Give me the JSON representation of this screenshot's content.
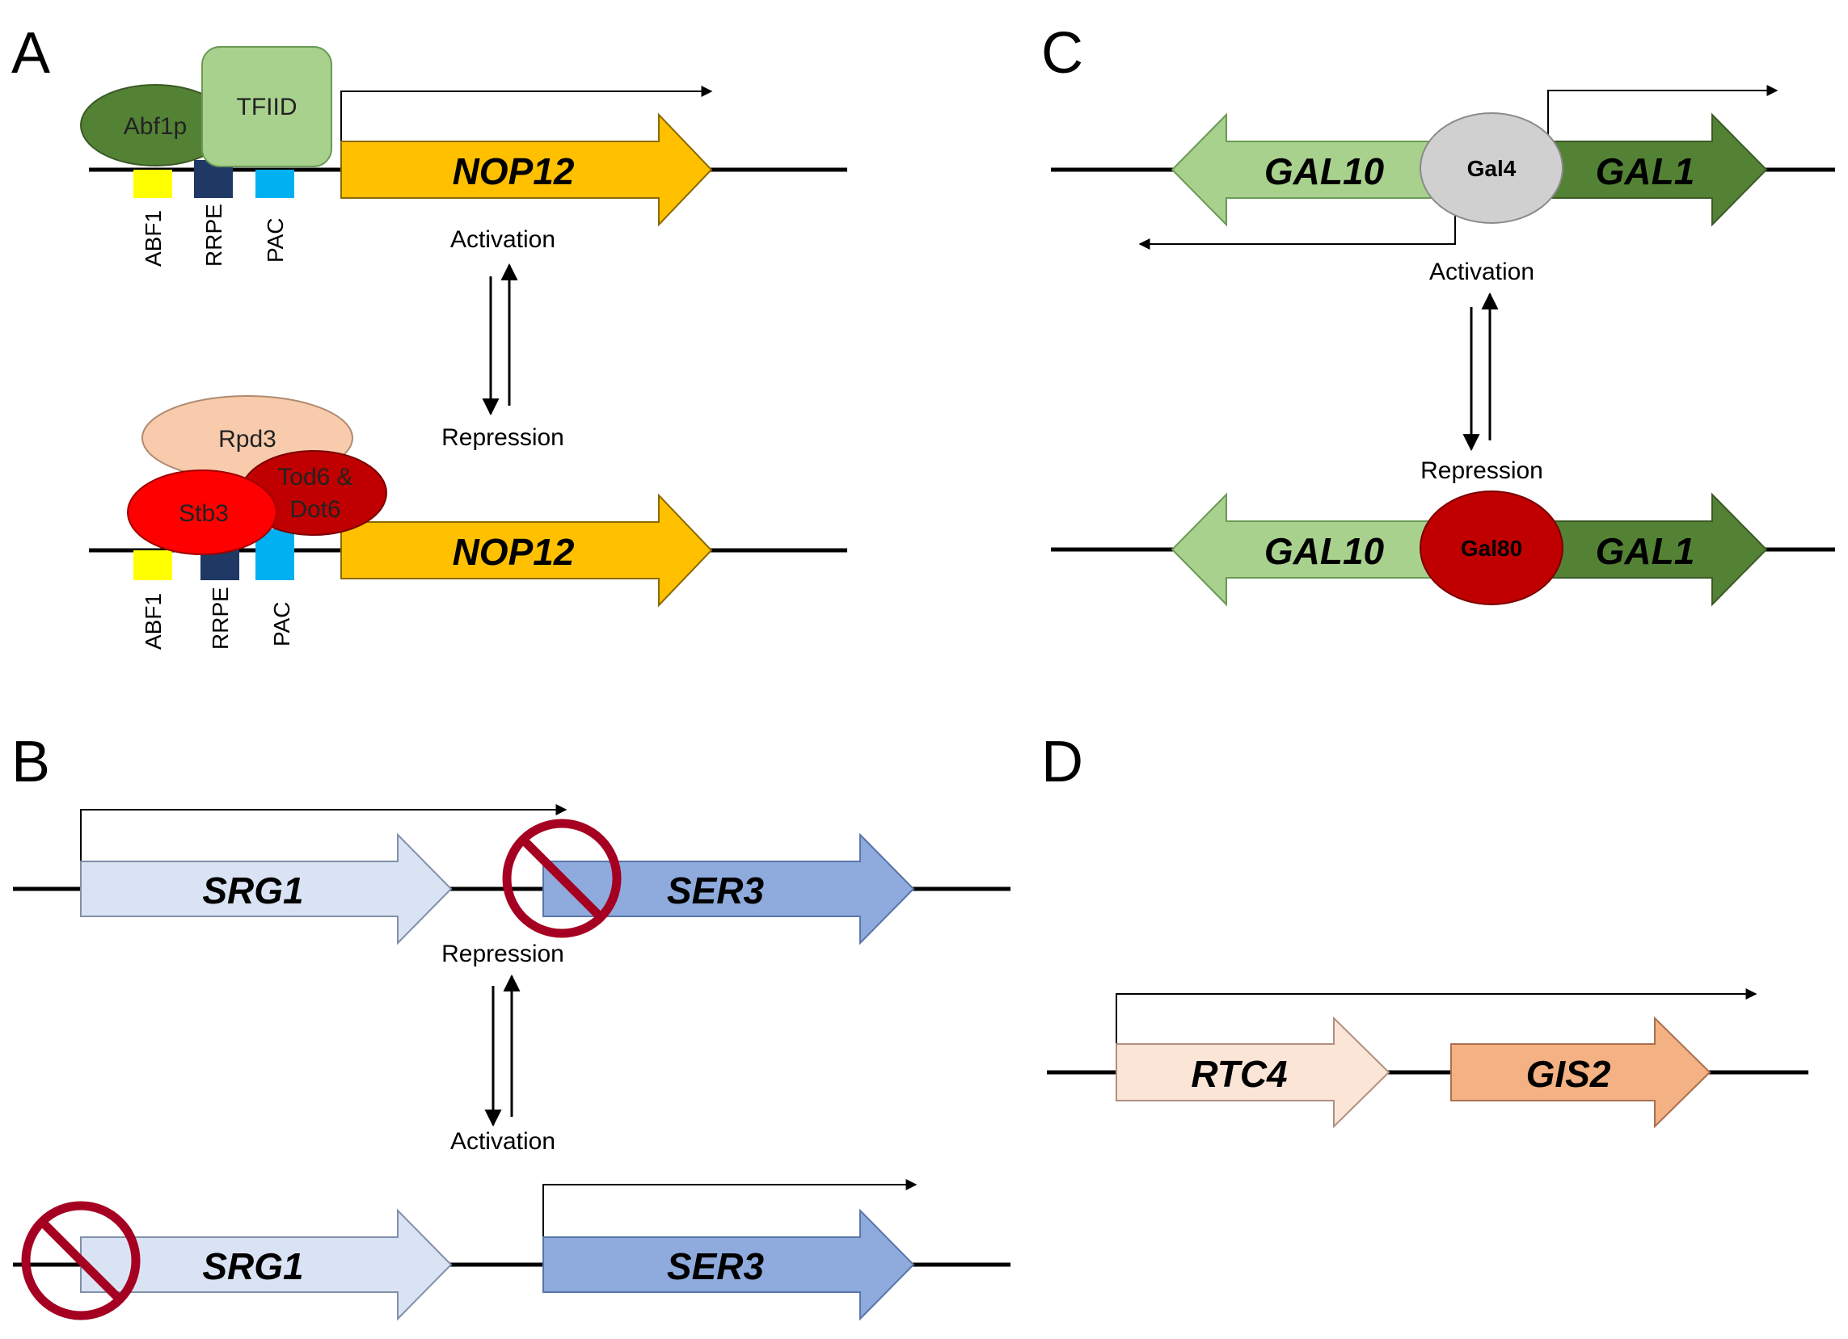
{
  "panels": {
    "a": {
      "label": "A",
      "gene": "NOP12",
      "proteins": {
        "abf1p": "Abf1p",
        "tfiid": "TFIID",
        "rpd3": "Rpd3",
        "stb3": "Stb3",
        "tod6_line1": "Tod6 &",
        "tod6_line2": "Dot6"
      },
      "sites": [
        "ABF1",
        "RRPE",
        "PAC"
      ],
      "activation": "Activation",
      "repression": "Repression"
    },
    "b": {
      "label": "B",
      "gene_srg1": "SRG1",
      "gene_ser3": "SER3",
      "repression": "Repression",
      "activation": "Activation"
    },
    "c": {
      "label": "C",
      "gene_gal10": "GAL10",
      "gene_gal1": "GAL1",
      "gal4": "Gal4",
      "gal80": "Gal80",
      "activation": "Activation",
      "repression": "Repression"
    },
    "d": {
      "label": "D",
      "gene_rtc4": "RTC4",
      "gene_gis2": "GIS2"
    }
  },
  "colors": {
    "nop12": "#FFC000",
    "abf1p": "#548235",
    "tfiid": "#A9D18E",
    "rpd3": "#F8CBAD",
    "stb3": "#FF0000",
    "tod6": "#C00000",
    "site_abf1": "#FFFF00",
    "site_rrpe": "#1F3864",
    "site_pac": "#00B0F0",
    "srg1": "#DAE3F3",
    "ser3": "#8FAADC",
    "gal10": "#A9D18E",
    "gal1": "#548235",
    "gal4": "#D0D0D0",
    "gal80": "#C00000",
    "rtc4": "#FBE5D6",
    "gis2": "#F4B183",
    "no_symbol": "#A50021"
  },
  "icons": {
    "no_symbol": "prohibition-icon"
  }
}
